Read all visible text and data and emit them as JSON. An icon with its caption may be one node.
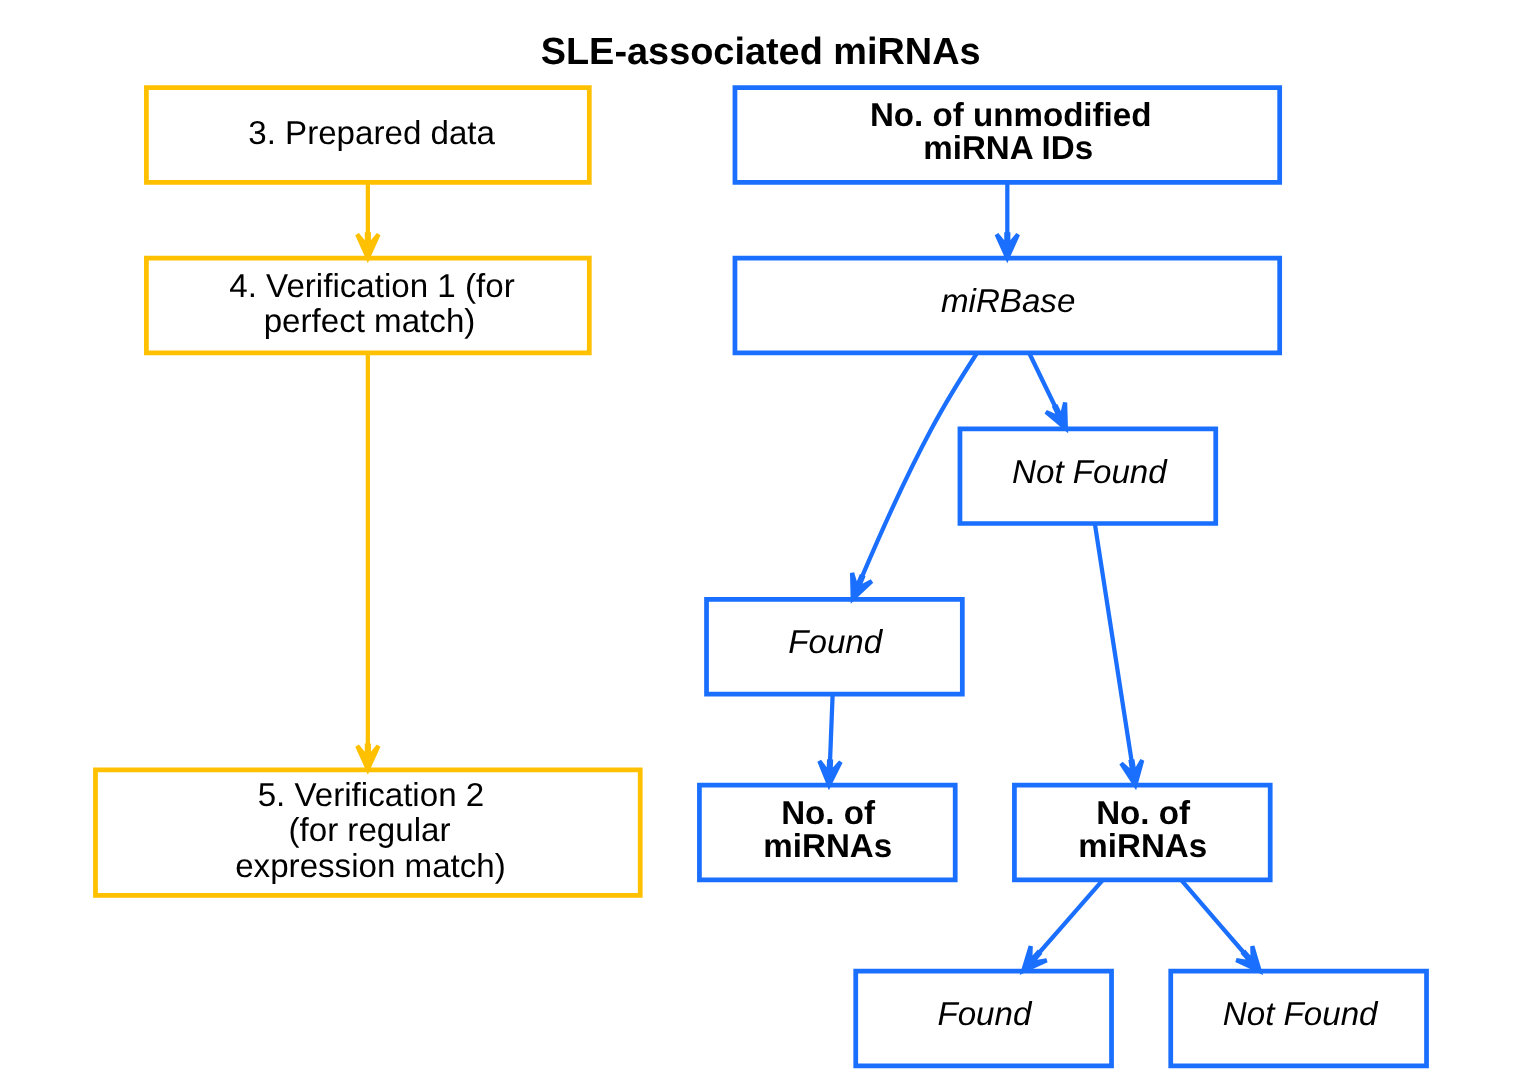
{
  "diagram": {
    "title": "SLE-associated miRNAs",
    "nodes": [
      {
        "text": [
          "3. Prepared data"
        ]
      },
      {
        "text": [
          "4. Verification 1 (for perfect match)"
        ]
      },
      {
        "text": [
          "5. Verification 2 (for regular expression match)"
        ]
      },
      {
        "text": [
          "No. of unmodified miRNA IDs"
        ]
      },
      {
        "text": [
          "miRBase"
        ]
      },
      {
        "text": [
          "Found"
        ]
      },
      {
        "text": [
          "Not Found"
        ]
      },
      {
        "text": [
          "No. of miRNAs"
        ]
      },
      {
        "text": [
          "No. of miRNAs"
        ]
      },
      {
        "text": [
          "Found"
        ]
      },
      {
        "text": [
          "Not Found"
        ]
      }
    ],
    "edges": [
      {
        "from": 0,
        "to": 1,
        "arrow": "to",
        "color": "#ffc000"
      },
      {
        "from": 1,
        "to": 2,
        "arrow": "to",
        "color": "#ffc000"
      },
      {
        "from": 3,
        "to": 4,
        "arrow": "to"
      },
      {
        "from": 4,
        "to": 5,
        "arrow": "to"
      },
      {
        "from": 4,
        "to": 6,
        "arrow": "to"
      },
      {
        "from": 5,
        "to": 7,
        "arrow": "to"
      },
      {
        "from": 6,
        "to": 8,
        "arrow": "to"
      },
      {
        "from": 8,
        "to": 9,
        "arrow": "to"
      },
      {
        "from": 8,
        "to": 10,
        "arrow": "to"
      }
    ]
  }
}
